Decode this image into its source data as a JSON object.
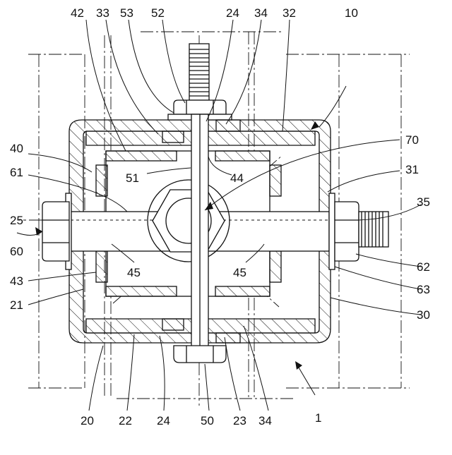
{
  "labels": {
    "l42": "42",
    "l33": "33",
    "l53": "53",
    "l52": "52",
    "l24a": "24",
    "l34a": "34",
    "l32": "32",
    "l10": "10",
    "l40": "40",
    "l70": "70",
    "l61": "61",
    "l51": "51",
    "l44": "44",
    "l31": "31",
    "l25": "25",
    "l35": "35",
    "l60": "60",
    "l45a": "45",
    "l45b": "45",
    "l62": "62",
    "l43": "43",
    "l63": "63",
    "l21": "21",
    "l30": "30",
    "l20": "20",
    "l22": "22",
    "l24b": "24",
    "l50": "50",
    "l23": "23",
    "l34b": "34",
    "l1": "1"
  }
}
